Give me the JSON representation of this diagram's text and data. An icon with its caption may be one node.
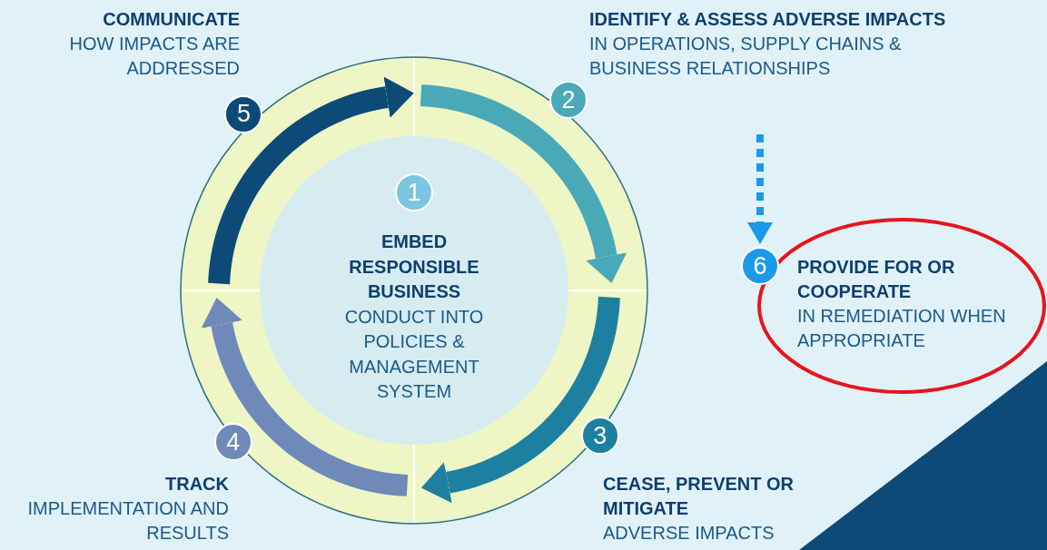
{
  "diagram": {
    "nodes": [
      {
        "text": [
          "EMBED RESPONSIBLE BUSINESS",
          "CONDUCT INTO POLICIES & MANAGEMENT SYSTEM"
        ]
      },
      {
        "text": [
          "1"
        ],
        "in": 0
      },
      {
        "text": [
          "2"
        ],
        "beside": [
          "IDENTIFY & ASSESS ADVERSE IMPACTS",
          "IN OPERATIONS, SUPPLY CHAINS & BUSINESS RELATIONSHIPS"
        ]
      },
      {
        "text": [
          "3"
        ],
        "beside": [
          "CEASE, PREVENT OR MITIGATE",
          "ADVERSE IMPACTS"
        ]
      },
      {
        "text": [
          "4"
        ],
        "beside": [
          "TRACK",
          "IMPLEMENTATION AND RESULTS"
        ]
      },
      {
        "text": [
          "5"
        ],
        "beside": [
          "COMMUNICATE",
          "HOW IMPACTS ARE ADDRESSED"
        ]
      },
      {
        "text": [
          "6"
        ],
        "beside": [
          "PROVIDE FOR OR COOPERATE",
          "IN REMEDIATION WHEN APPROPRIATE"
        ]
      }
    ],
    "edges": [
      {
        "from": null,
        "to": 6,
        "arrow": "to",
        "style": "dashed",
        "color": "#1a9ae8"
      }
    ]
  }
}
